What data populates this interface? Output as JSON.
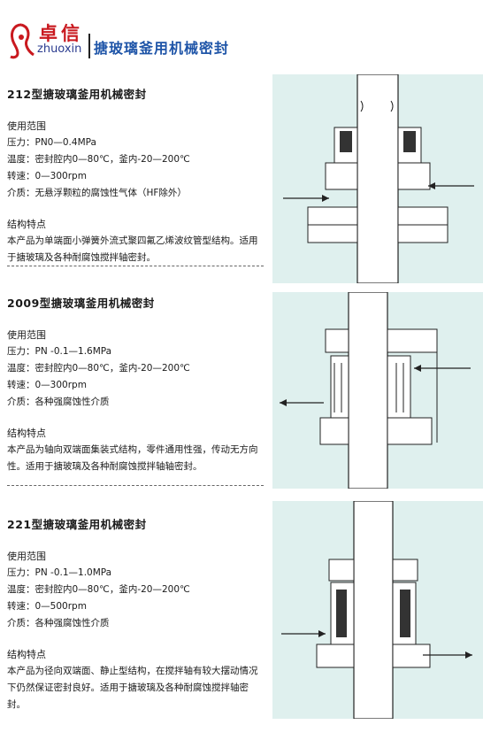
{
  "header": {
    "brand_cn": "卓信",
    "brand_en": "zhuoxin",
    "title": "搪玻璃釜用机械密封"
  },
  "sections": [
    {
      "title": "212型搪玻璃釜用机械密封",
      "usage_heading": "使用范围",
      "pressure": "压力：PN0—0.4MPa",
      "temperature": "温度：密封腔内0—80℃，釜内-20—200℃",
      "speed": "转速：0—300rpm",
      "medium": "介质：无悬浮颗粒的腐蚀性气体（HF除外）",
      "structure_heading": "结构特点",
      "structure_text": "本产品为单端面小弹簧外流式聚四氟乙烯波纹管型结构。适用于搪玻璃及各种耐腐蚀搅拌轴密封。"
    },
    {
      "title": "2009型搪玻璃釜用机械密封",
      "usage_heading": "使用范围",
      "pressure": "压力：PN -0.1—1.6MPa",
      "temperature": "温度：密封腔内0—80℃，釜内-20—200℃",
      "speed": "转速：0—300rpm",
      "medium": "介质：各种强腐蚀性介质",
      "structure_heading": "结构特点",
      "structure_text": "本产品为轴向双端面集装式结构，零件通用性强，传动无方向性。适用于搪玻璃及各种耐腐蚀搅拌轴轴密封。"
    },
    {
      "title": "221型搪玻璃釜用机械密封",
      "usage_heading": "使用范围",
      "pressure": "压力：PN -0.1—1.0MPa",
      "temperature": "温度：密封腔内0—80℃，釜内-20—200℃",
      "speed": "转速：0—500rpm",
      "medium": "介质：各种强腐蚀性介质",
      "structure_heading": "结构特点",
      "structure_text": "本产品为径向双端面、静止型结构，在搅拌轴有较大摆动情况下仍然保证密封良好。适用于搪玻璃及各种耐腐蚀搅拌轴密封。"
    }
  ],
  "divider": "--------------------------------------------"
}
